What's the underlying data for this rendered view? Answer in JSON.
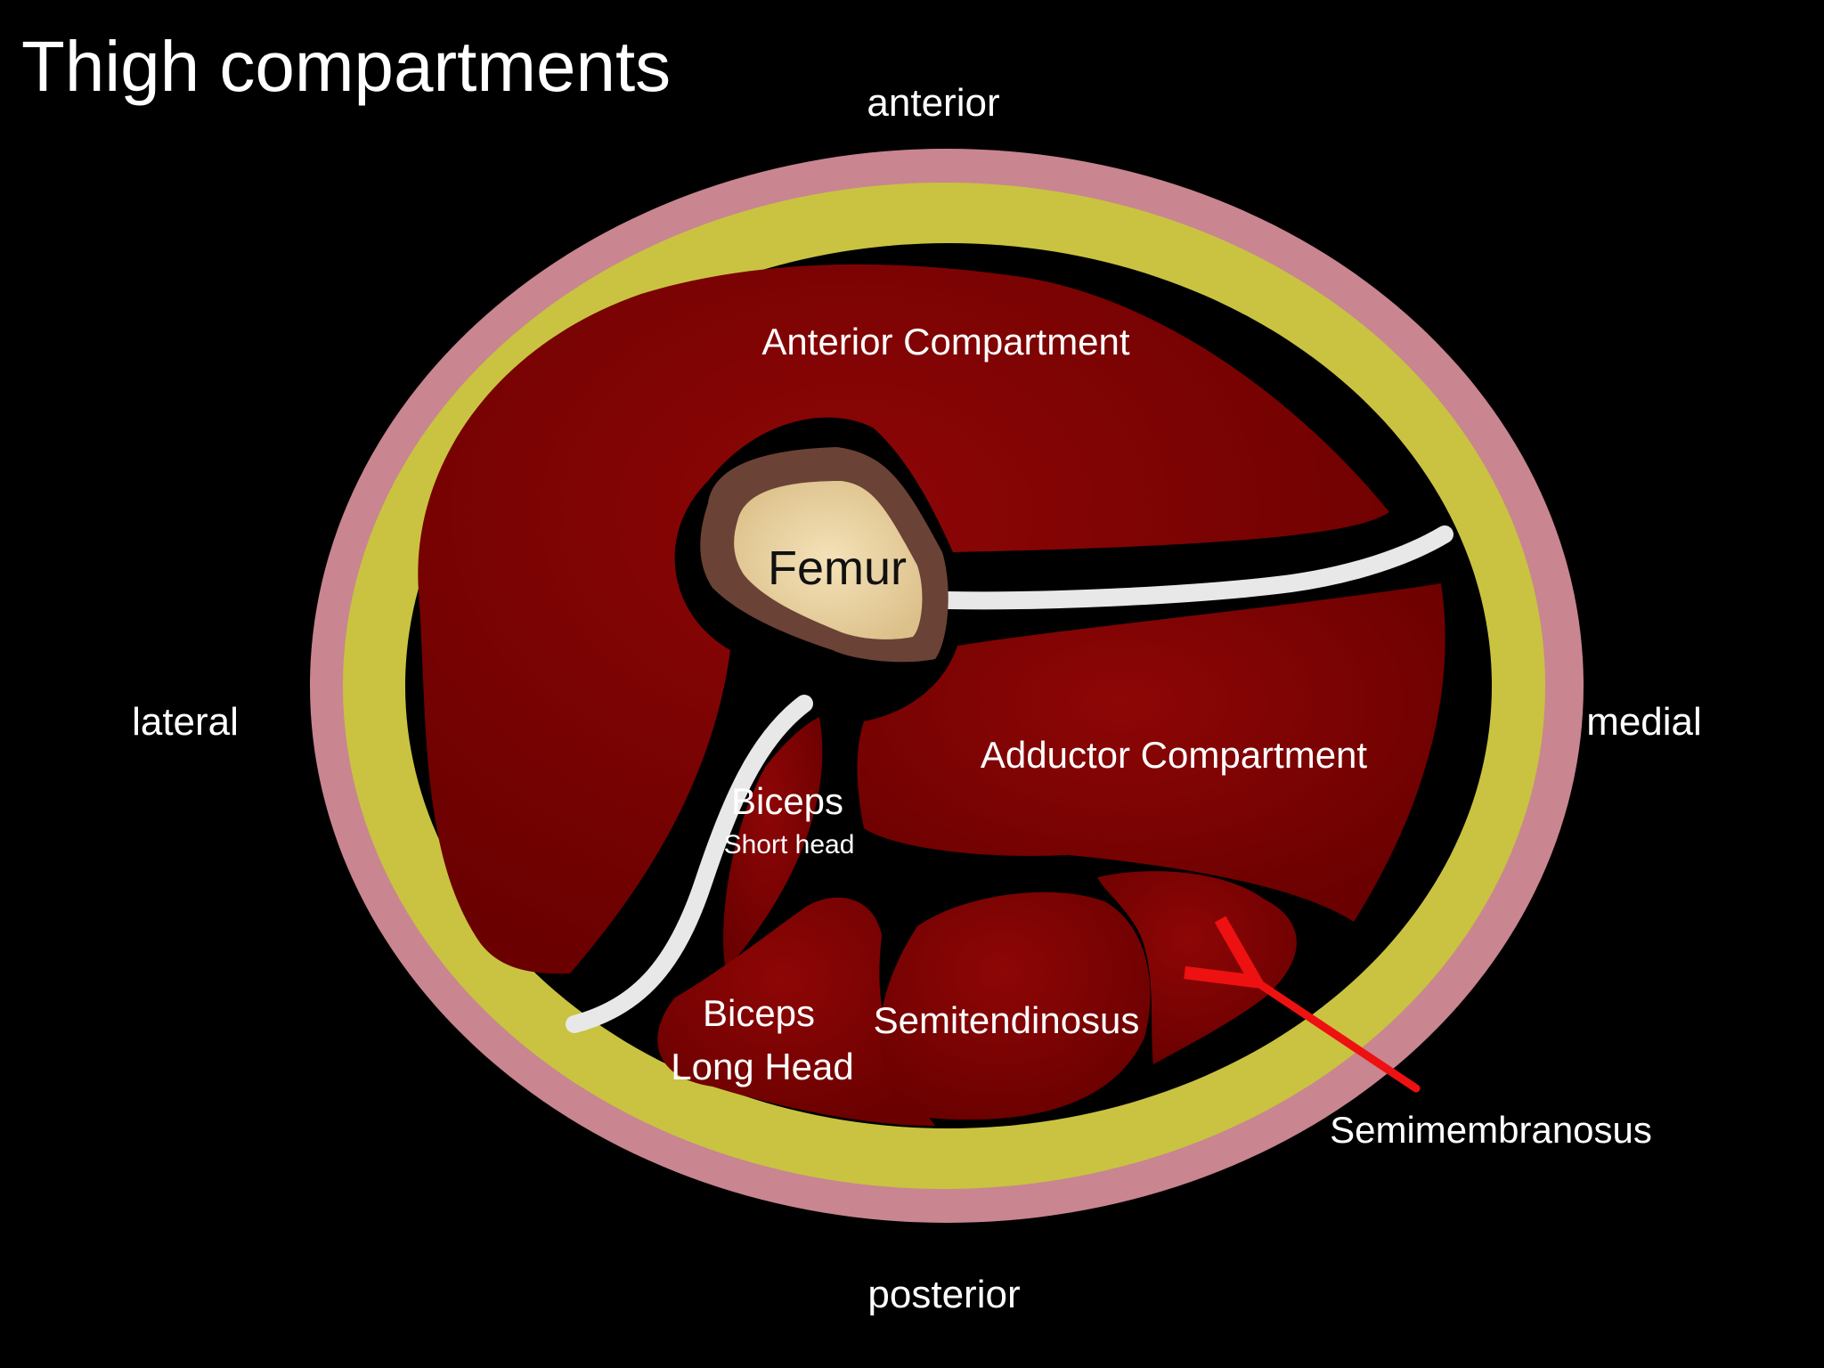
{
  "title": "Thigh compartments",
  "orientation": {
    "anterior": "anterior",
    "posterior": "posterior",
    "lateral": "lateral",
    "medial": "medial"
  },
  "labels": {
    "femur": "Femur",
    "anterior_compartment": "Anterior Compartment",
    "adductor_compartment": "Adductor Compartment",
    "biceps_short_line1": "Biceps",
    "biceps_short_line2": "Short head",
    "biceps_long_line1": "Biceps",
    "biceps_long_line2": "Long Head",
    "semitendinosus": "Semitendinosus",
    "semimembranosus": "Semimembranosus"
  },
  "colors": {
    "background": "#000000",
    "skin": "#c98590",
    "fat": "#c9c341",
    "muscle": "#7e0000",
    "bone_cortex": "#6b4236",
    "bone_marrow": "#ecd6a8",
    "septum": "#e8e8e8",
    "arrow": "#ee1111"
  }
}
